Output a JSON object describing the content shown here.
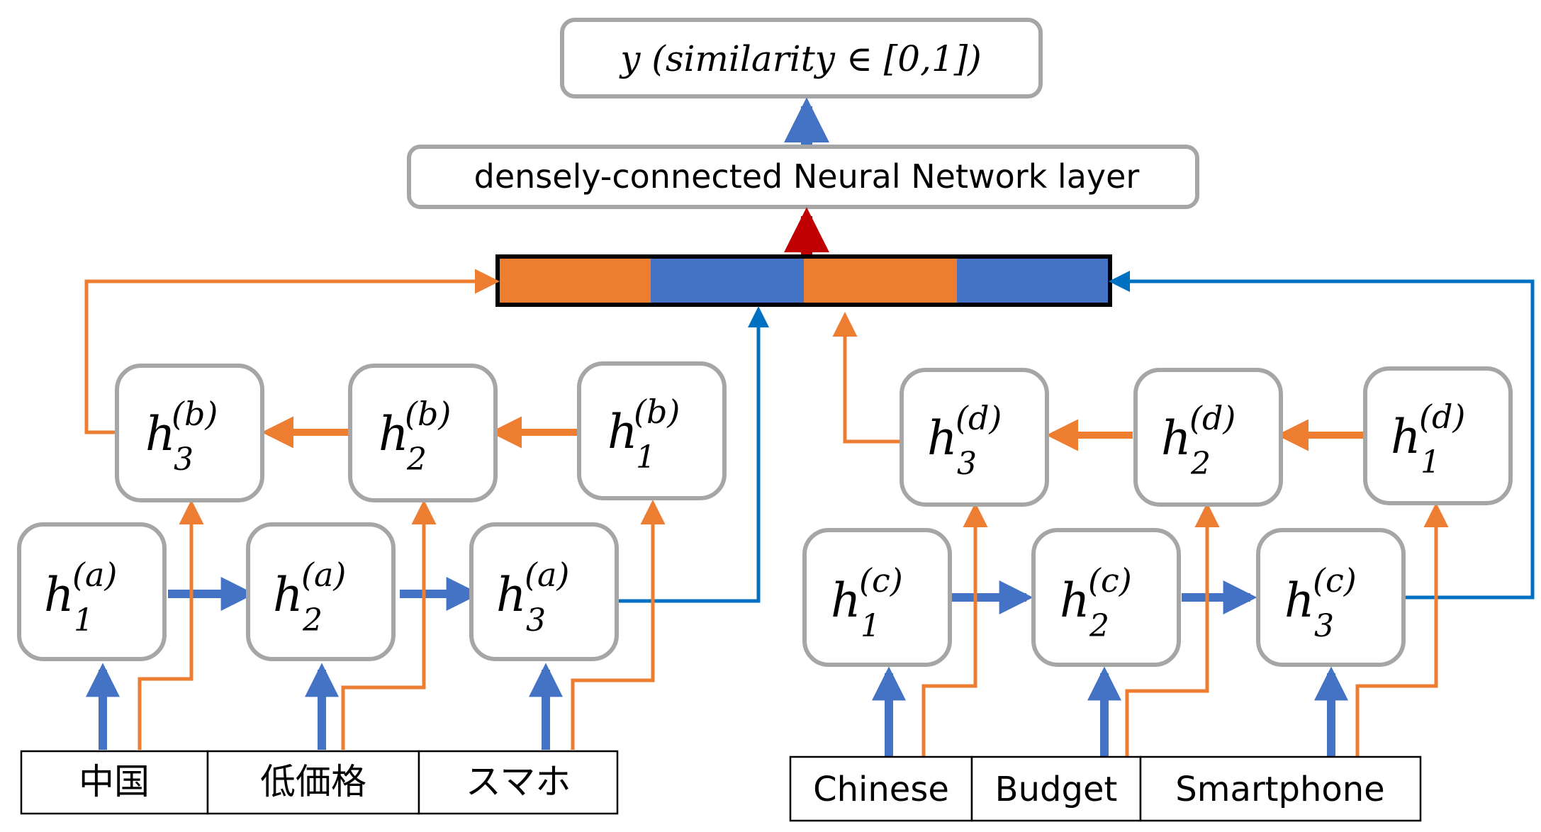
{
  "output": {
    "text": "y (similarity ∈ [0,1])"
  },
  "dense_layer": {
    "text": "densely-connected Neural Network layer"
  },
  "concat_vector": {
    "segment_colors": [
      "#ed7d31",
      "#4472c4",
      "#ed7d31",
      "#4472c4"
    ]
  },
  "left": {
    "tokens": [
      "中国",
      "低価格",
      "スマホ"
    ],
    "forward": [
      {
        "base": "h",
        "sub": "1",
        "sup": "(a)"
      },
      {
        "base": "h",
        "sub": "2",
        "sup": "(a)"
      },
      {
        "base": "h",
        "sub": "3",
        "sup": "(a)"
      }
    ],
    "backward": [
      {
        "base": "h",
        "sub": "3",
        "sup": "(b)"
      },
      {
        "base": "h",
        "sub": "2",
        "sup": "(b)"
      },
      {
        "base": "h",
        "sub": "1",
        "sup": "(b)"
      }
    ]
  },
  "right": {
    "tokens": [
      "Chinese",
      "Budget",
      "Smartphone"
    ],
    "forward": [
      {
        "base": "h",
        "sub": "1",
        "sup": "(c)"
      },
      {
        "base": "h",
        "sub": "2",
        "sup": "(c)"
      },
      {
        "base": "h",
        "sub": "3",
        "sup": "(c)"
      }
    ],
    "backward": [
      {
        "base": "h",
        "sub": "3",
        "sup": "(d)"
      },
      {
        "base": "h",
        "sub": "2",
        "sup": "(d)"
      },
      {
        "base": "h",
        "sub": "1",
        "sup": "(d)"
      }
    ]
  },
  "colors": {
    "forward_arrow": "#4472c4",
    "backward_arrow": "#ed7d31",
    "final_state_link": "#0070c0",
    "dense_arrow": "#c00000",
    "box_border": "#a6a6a6"
  }
}
